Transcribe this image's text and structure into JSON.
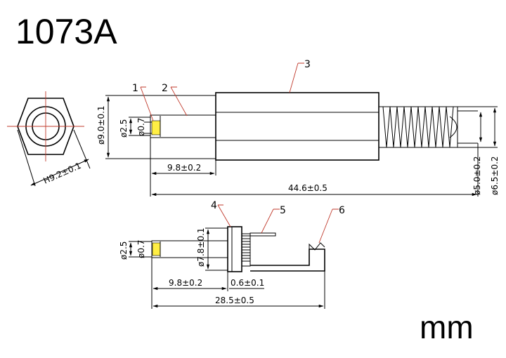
{
  "title": "1073A",
  "unit": "mm",
  "colors": {
    "outline": "#000000",
    "leader": "#c0392b",
    "pin_highlight": "#ffee44"
  },
  "callouts": [
    "1",
    "2",
    "3",
    "4",
    "5",
    "6"
  ],
  "top_view": {
    "hex_across_flats": "H9.2±0.1",
    "body_diameter": "ø9.0±0.1",
    "pin_diameter": "ø2.5",
    "hole_diameter": "ø0.7",
    "pin_length": "9.8±0.2",
    "total_length": "44.6±0.5",
    "cable_inner": "ø5.0±0.2",
    "cable_outer": "ø6.5±0.2"
  },
  "bottom_view": {
    "pin_diameter": "ø2.5",
    "hole_diameter": "ø0.7",
    "collar_diameter": "ø7.8±0.1",
    "pin_length": "9.8±0.2",
    "collar_length": "0.6±0.1",
    "total_length": "28.5±0.5"
  }
}
